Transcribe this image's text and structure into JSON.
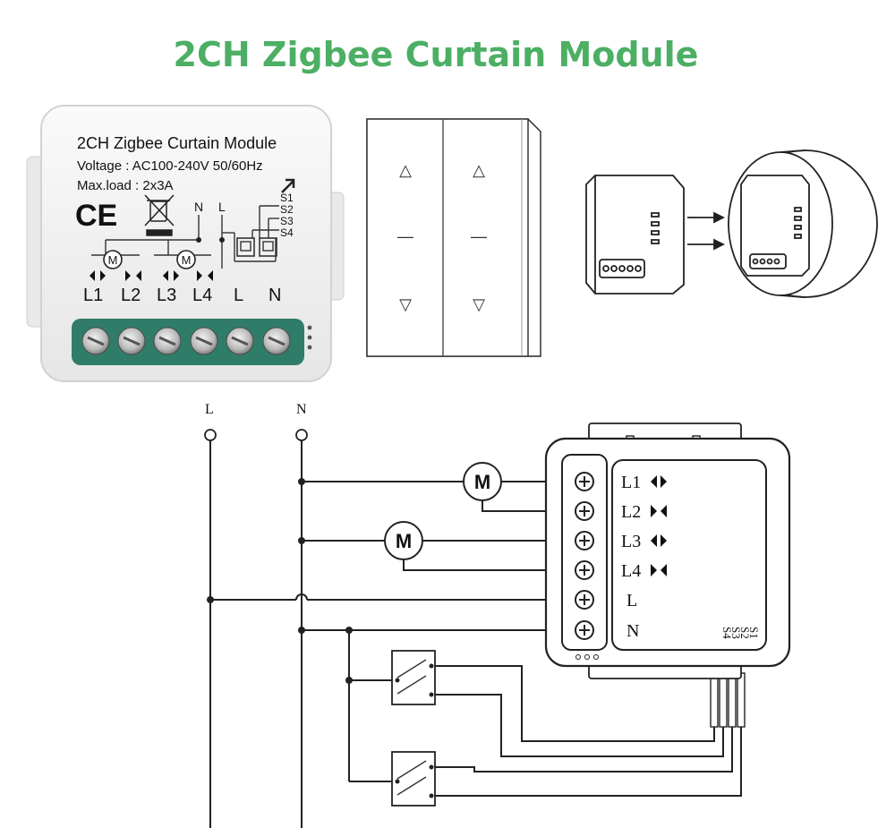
{
  "title": "2CH Zigbee Curtain Module",
  "module_photo": {
    "name": "2CH Zigbee Curtain Module",
    "voltage": "Voltage : AC100-240V 50/60Hz",
    "max_load": "Max.load : 2x3A",
    "ce_mark": "CE",
    "icons": [
      "ce-mark-icon",
      "weee-bin-icon",
      "motor-icon",
      "arrow-icon"
    ],
    "terminal_labels": [
      "L1",
      "L2",
      "L3",
      "L4",
      "L",
      "N"
    ],
    "top_labels": [
      "N",
      "L"
    ],
    "switch_labels": [
      "S1",
      "S2",
      "S3",
      "S4"
    ],
    "motor_symbol": "M",
    "terminal_color": "#2f7d68"
  },
  "wall_switch": {
    "arrows": [
      "△",
      "—",
      "▽"
    ]
  },
  "wiring": {
    "mains": [
      "L",
      "N"
    ],
    "motor_symbol": "M",
    "module_terminals": [
      "L1",
      "L2",
      "L3",
      "L4",
      "L",
      "N"
    ],
    "module_switch_labels": [
      "S1",
      "S2",
      "S3",
      "S4"
    ]
  },
  "colors": {
    "title": "#4caf64",
    "module_body": "#f2f2f2",
    "terminal_block": "#2f7d68"
  }
}
